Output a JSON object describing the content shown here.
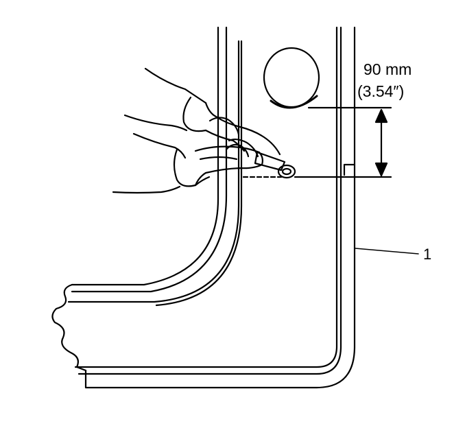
{
  "dimension": {
    "metric": "90 mm",
    "imperial": "(3.54″)"
  },
  "callouts": [
    {
      "label": "1"
    }
  ],
  "colors": {
    "line": "#000000",
    "background": "#ffffff"
  }
}
